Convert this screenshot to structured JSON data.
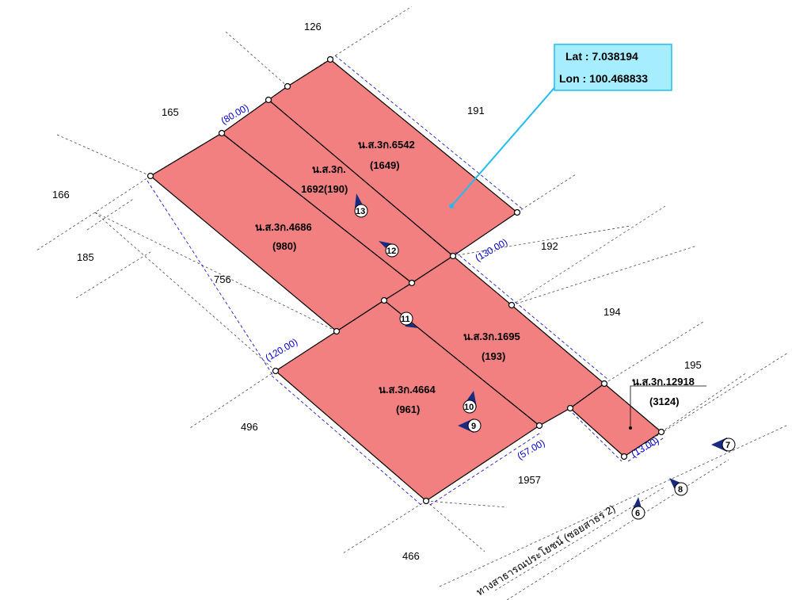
{
  "colors": {
    "parcel_fill": "#f28080",
    "boundary": "#000000",
    "dimension": "#0000cc",
    "callout_line": "#22bbee",
    "callout_fill": "#a6eeff"
  },
  "coordinates": {
    "lat_label": "Lat : 7.038194",
    "lon_label": "Lon : 100.468833"
  },
  "parcels": [
    {
      "id": "6542",
      "name": "น.ส.3ก.6542",
      "number": "(1649)"
    },
    {
      "id": "1692",
      "name": "น.ส.3ก.",
      "number": "1692(190)"
    },
    {
      "id": "4686",
      "name": "น.ส.3ก.4686",
      "number": "(980)"
    },
    {
      "id": "1695",
      "name": "น.ส.3ก.1695",
      "number": "(193)"
    },
    {
      "id": "4664",
      "name": "น.ส.3ก.4664",
      "number": "(961)"
    },
    {
      "id": "12918",
      "name": "น.ส.3ก.12918",
      "number": "(3124)"
    }
  ],
  "dimensions": [
    "(80.00)",
    "(130.00)",
    "(120.00)",
    "(57.00)",
    "(13.00)"
  ],
  "neighbors": [
    "126",
    "165",
    "191",
    "166",
    "185",
    "756",
    "192",
    "194",
    "195",
    "496",
    "1957",
    "466"
  ],
  "markers": [
    "13",
    "12",
    "11",
    "10",
    "9",
    "7",
    "8",
    "6"
  ],
  "road": {
    "label": "ทางสาธารณประโยชน์ (ซอยสาธร 2)"
  }
}
